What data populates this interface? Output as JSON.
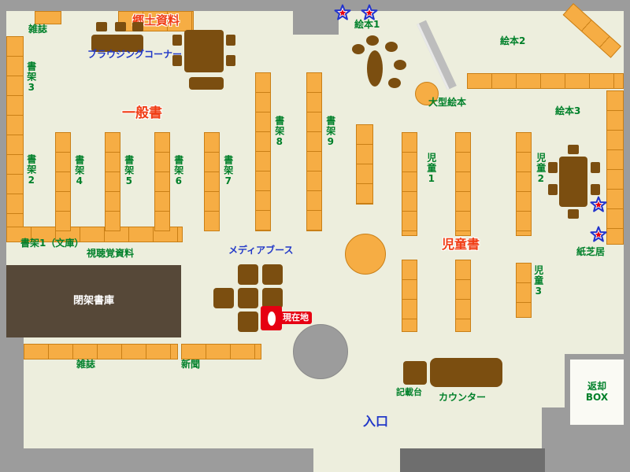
{
  "title": "library-floor-map",
  "colors": {
    "wall_gray": "#9c9c9c",
    "wall_dark": "#6e6e6e",
    "floor": "#edeedd",
    "shelf_fill": "#f6ad44",
    "shelf_border": "#c97f16",
    "furniture": "#7b4e10",
    "closed_stacks": "#564838",
    "text_green": "#00802a",
    "text_red": "#f03c14",
    "text_blue": "#2238c8",
    "marker_red": "#e60012",
    "star_blue": "#2233cc",
    "diag_gray": "#bdbdbd"
  },
  "labels": {
    "magazines_top": "雑誌",
    "local_materials": "郷土資料",
    "browsing_corner": "ブラウジングコーナー",
    "shelf_3": "書架3",
    "shelf_2": "書架2",
    "shelf_1_bunko": "書架1（文庫）",
    "general_books": "一般書",
    "shelf_4": "書架4",
    "shelf_5": "書架5",
    "shelf_6": "書架6",
    "shelf_7": "書架7",
    "shelf_8": "書架8",
    "shelf_9": "書架9",
    "picture_books_1": "絵本1",
    "picture_books_2": "絵本2",
    "picture_books_3": "絵本3",
    "large_picture_books": "大型絵本",
    "children_1": "児童1",
    "children_2": "児童2",
    "children_3": "児童3",
    "children_books": "児童書",
    "kamishibai": "紙芝居",
    "av_materials": "視聴覚資料",
    "closed_stacks": "閉架書庫",
    "magazines_bottom": "雑誌",
    "newspapers": "新聞",
    "media_booth": "メディアブース",
    "current_location": "現在地",
    "writing_desk": "記載台",
    "counter": "カウンター",
    "return_box": "返却BOX",
    "entrance": "入口"
  }
}
